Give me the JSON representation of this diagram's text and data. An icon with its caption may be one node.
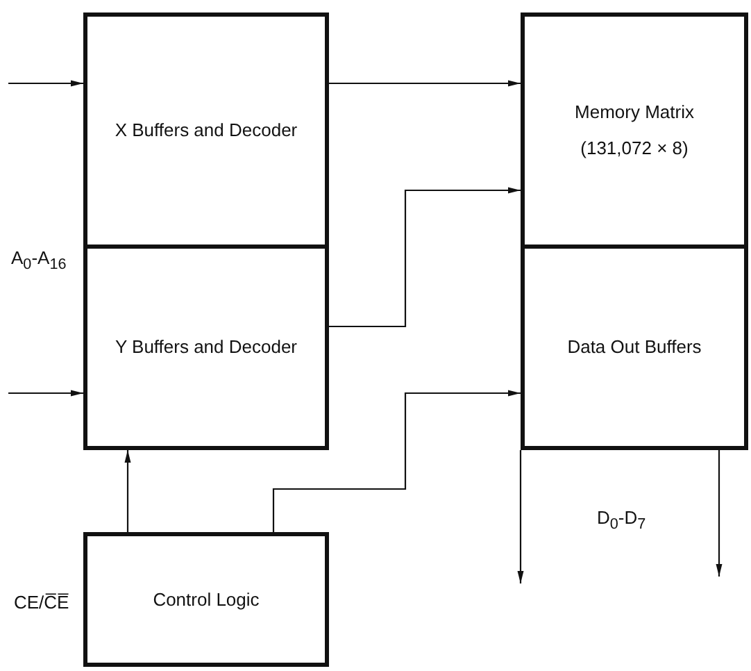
{
  "diagram": {
    "nodes": [
      {
        "text": [
          "X Buffers and Decoder"
        ]
      },
      {
        "text": [
          "Y Buffers and Decoder"
        ]
      },
      {
        "text": [
          "Control Logic"
        ],
        "beside": [
          "CE/C̅E̅"
        ]
      },
      {
        "text": [
          "Memory Matrix",
          "(131,072 × 8)"
        ]
      },
      {
        "text": [
          "Data Out Buffers"
        ]
      }
    ],
    "edges": [
      {
        "from": null,
        "to": 0,
        "arrow": "to"
      },
      {
        "from": null,
        "to": 1,
        "arrow": "to"
      },
      {
        "from": 0,
        "to": 3,
        "arrow": "to"
      },
      {
        "from": 1,
        "to": 3,
        "arrow": "to"
      },
      {
        "from": 2,
        "to": 4,
        "arrow": "to"
      },
      {
        "from": 2,
        "to": 1,
        "arrow": "to"
      },
      {
        "from": 4,
        "to": null,
        "arrow": "to"
      },
      {
        "from": 4,
        "to": null,
        "arrow": "to"
      }
    ],
    "labels": [
      "A$_{0}$-A$_{16}$",
      "D$_{0}$-D$_{7}$"
    ]
  }
}
